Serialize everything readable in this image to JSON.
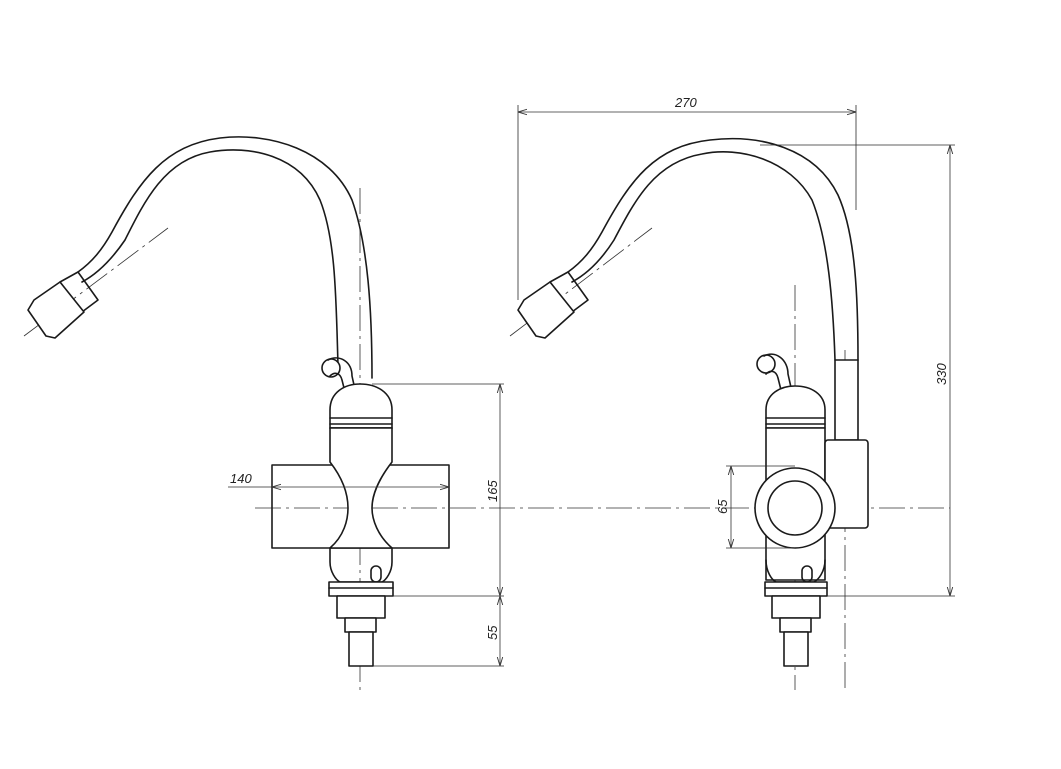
{
  "drawing": {
    "dimensions": {
      "width_140": "140",
      "height_165": "165",
      "height_55": "55",
      "width_270": "270",
      "height_330": "330",
      "diameter_65": "65"
    }
  }
}
